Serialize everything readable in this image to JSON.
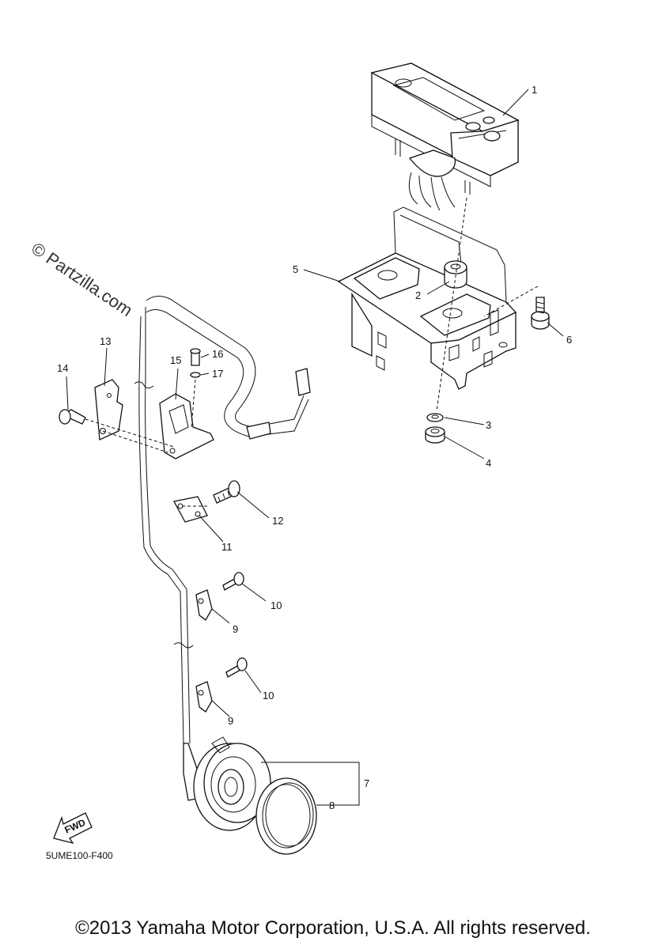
{
  "watermark": "© Partzilla.com",
  "diagram_code": "5UME100-F400",
  "fwd_label": "FWD",
  "copyright": "©2013 Yamaha Motor Corporation, U.S.A. All rights reserved.",
  "callouts": {
    "c1": "1",
    "c2": "2",
    "c3": "3",
    "c4": "4",
    "c5": "5",
    "c6": "6",
    "c7": "7",
    "c8": "8",
    "c9a": "9",
    "c9b": "9",
    "c10a": "10",
    "c10b": "10",
    "c11": "11",
    "c12": "12",
    "c13": "13",
    "c14": "14",
    "c15": "15",
    "c16": "16",
    "c17": "17"
  }
}
